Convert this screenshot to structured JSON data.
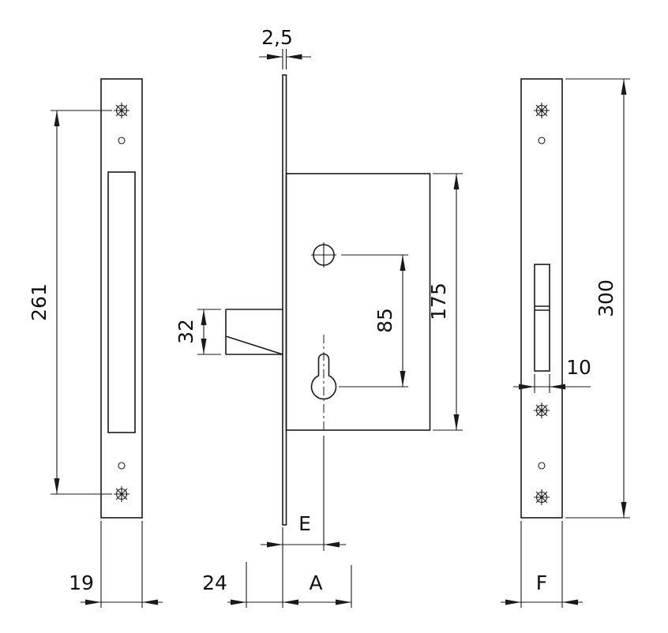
{
  "drawing": {
    "dimensions": {
      "plate_thickness": "2,5",
      "screw_spacing": "261",
      "strike_plate_width": "19",
      "latch_height": "32",
      "latch_offset": "24",
      "backset_label": "E",
      "case_depth_label": "A",
      "cylinder_to_handle": "85",
      "case_height": "175",
      "faceplate_length": "300",
      "slot_width": "10",
      "faceplate_width_label": "F"
    },
    "colors": {
      "background": "#ffffff",
      "line": "#1a1a1a",
      "text": "#111111"
    }
  }
}
